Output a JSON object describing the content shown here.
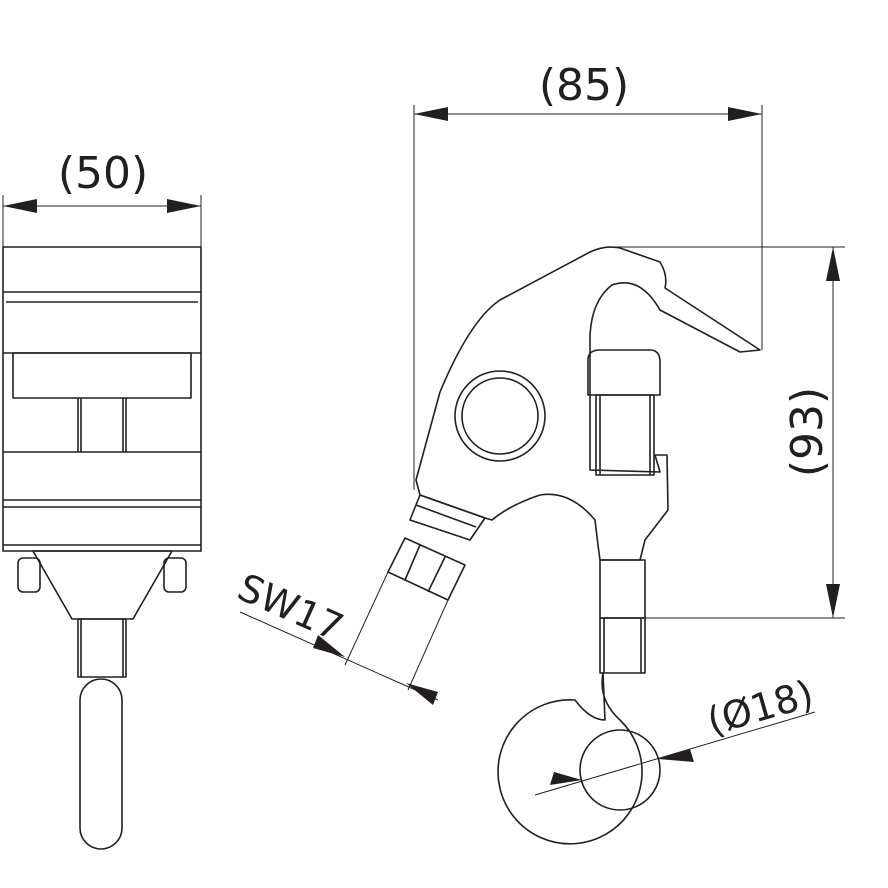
{
  "dimensions": {
    "side_width": "(50)",
    "front_width": "(85)",
    "front_height": "(93)",
    "wrench_size": "SW17",
    "hook_diameter": "(Ø18)"
  }
}
